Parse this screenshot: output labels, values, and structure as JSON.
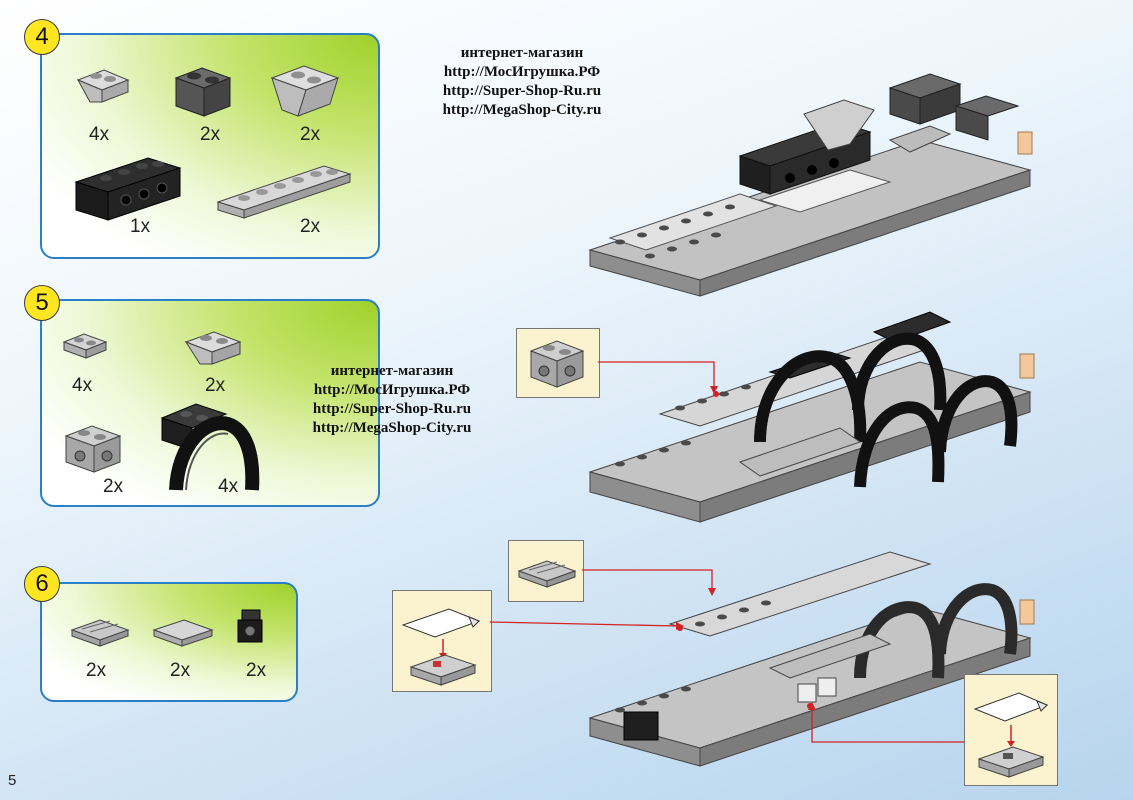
{
  "page_number": "5",
  "promo": {
    "title": "интернет-магазин",
    "links": [
      "http://МосИгрушка.РФ",
      "http://Super-Shop-Ru.ru",
      "http://MegaShop-City.ru"
    ]
  },
  "steps": [
    {
      "number": "4",
      "quantities": [
        "4x",
        "2x",
        "2x",
        "1x",
        "2x"
      ]
    },
    {
      "number": "5",
      "quantities": [
        "4x",
        "2x",
        "2x",
        "4x"
      ]
    },
    {
      "number": "6",
      "quantities": [
        "2x",
        "2x",
        "2x"
      ]
    }
  ],
  "colors": {
    "frame": "#2a7fc9",
    "badge": "#ffe620",
    "callout": "#fbf3cf",
    "arrow": "#d22222",
    "brick_light": "#c9c9c9",
    "brick_dark": "#2b2b2b"
  }
}
